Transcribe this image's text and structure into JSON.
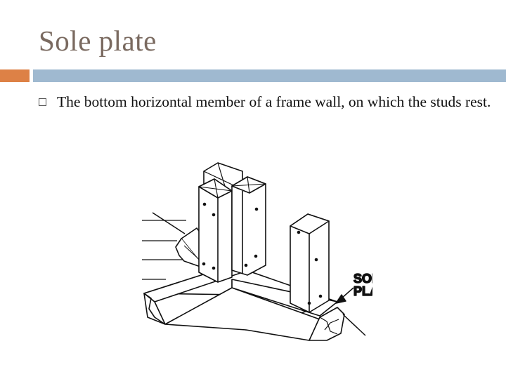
{
  "slide": {
    "title": "Sole plate",
    "bullets": [
      {
        "text": "The bottom horizontal member of a frame wall, on which the studs rest."
      }
    ]
  },
  "figure": {
    "labels": [
      "SOLE-",
      "PLATE"
    ]
  },
  "colors": {
    "title": "#7a6a60",
    "accent_orange": "#dd8146",
    "accent_blue": "#9fb9d0",
    "text": "#111111"
  }
}
